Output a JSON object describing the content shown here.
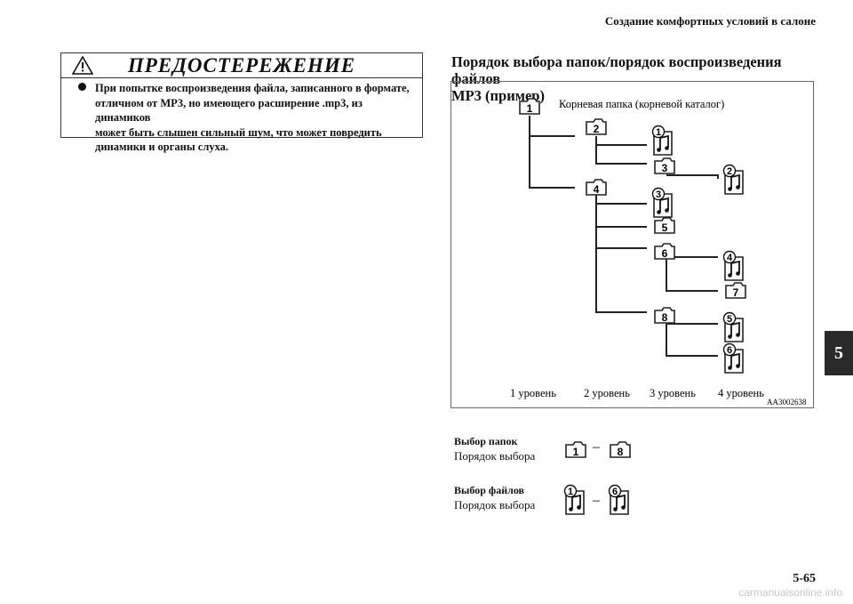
{
  "header": {
    "title": "Создание комфортных условий в салоне"
  },
  "chapter_tab": "5",
  "warning": {
    "title": "ПРЕДОСТЕРЕЖЕНИЕ",
    "lines": [
      "При попытке воспроизведения файла, записанного в формате,",
      "отличном от MP3, но имеющего расширение .mp3, из динамиков",
      "может быть слышен сильный шум, что может повредить",
      "динамики и органы слуха."
    ]
  },
  "section": {
    "title_line1": "Порядок выбора папок/порядок воспроизведения файлов",
    "title_line2": "MP3 (пример)"
  },
  "diagram": {
    "root_label": "Корневая папка (корневой каталог)",
    "folders": [
      "1",
      "2",
      "3",
      "4",
      "5",
      "6",
      "7",
      "8"
    ],
    "files": [
      "1",
      "2",
      "3",
      "4",
      "5",
      "6"
    ],
    "levels": [
      "1 уровень",
      "2 уровень",
      "3 уровень",
      "4 уровень"
    ],
    "figure_code": "AA3002638"
  },
  "legend": {
    "folders_heading": "Выбор папок",
    "folders_text": "Порядок выбора",
    "folders_from": "1",
    "folders_to": "8",
    "files_heading": "Выбор файлов",
    "files_text": "Порядок выбора",
    "files_from": "1",
    "files_to": "6",
    "dash": "–"
  },
  "footer": {
    "page": "5-65",
    "watermark": "carmanualsonline.info"
  }
}
